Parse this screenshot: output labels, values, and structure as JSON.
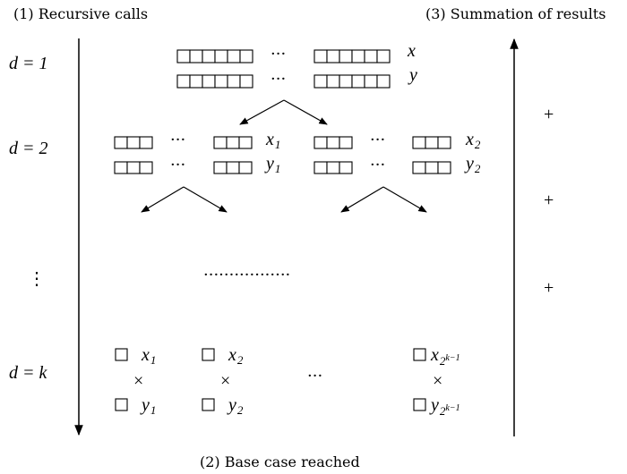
{
  "captions": {
    "recursive": "(1) Recursive calls",
    "summation": "(3) Summation of results",
    "base": "(2) Base case reached"
  },
  "depth_labels": {
    "d1": "d = 1",
    "d2": "d = 2",
    "dk": "d = k"
  },
  "vars": {
    "x": "x",
    "y": "y",
    "x_base": "x",
    "y_base": "y",
    "sub1": "1",
    "sub2": "2",
    "sub_exp_base": "2",
    "sub_exp": "k−1"
  },
  "symbols": {
    "hdots": "···",
    "vdots": "⋮",
    "times": "×",
    "plus": "+",
    "long_dots": "·················"
  }
}
